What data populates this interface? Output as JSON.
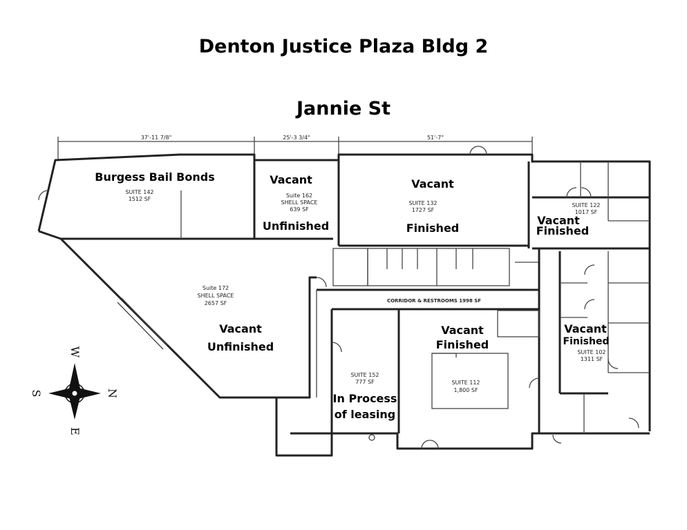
{
  "title": "Denton Justice Plaza Bldg 2",
  "street": "Jannie St",
  "dimensions": [
    "37'-11 7/8\"",
    "25'-3 3/4\"",
    "51'-7\""
  ],
  "suites": {
    "s142": {
      "tenant": "Burgess Bail Bonds",
      "suite": "SUITE 142",
      "area": "1512 SF"
    },
    "s162": {
      "status": "Vacant",
      "suite": "Suite 162",
      "type": "SHELL SPACE",
      "area": "639 SF",
      "state": "Unfinished"
    },
    "s132": {
      "status": "Vacant",
      "suite": "SUITE 132",
      "area": "1727 SF",
      "state": "Finished"
    },
    "s122": {
      "suite": "SUITE 122",
      "area": "1017 SF",
      "status": "Vacant",
      "state": "Finished"
    },
    "s172": {
      "suite": "Suite 172",
      "type": "SHELL SPACE",
      "area": "2657 SF",
      "status": "Vacant",
      "state": "Unfinished"
    },
    "s152": {
      "suite": "SUITE 152",
      "area": "777 SF",
      "status_line1": "In Process",
      "status_line2": "of leasing"
    },
    "s112": {
      "status": "Vacant",
      "state": "Finished",
      "suite": "SUITE 112",
      "area": "1,800 SF"
    },
    "s102": {
      "status": "Vacant",
      "state": "Finished",
      "suite": "SUITE 102",
      "area": "1311 SF"
    }
  },
  "corridor": "CORRIDOR & RESTROOMS 1998 SF",
  "compass": {
    "w": "W",
    "s": "S",
    "n": "N",
    "e": "E"
  },
  "colors": {
    "ink": "#222222",
    "background": "#ffffff"
  }
}
